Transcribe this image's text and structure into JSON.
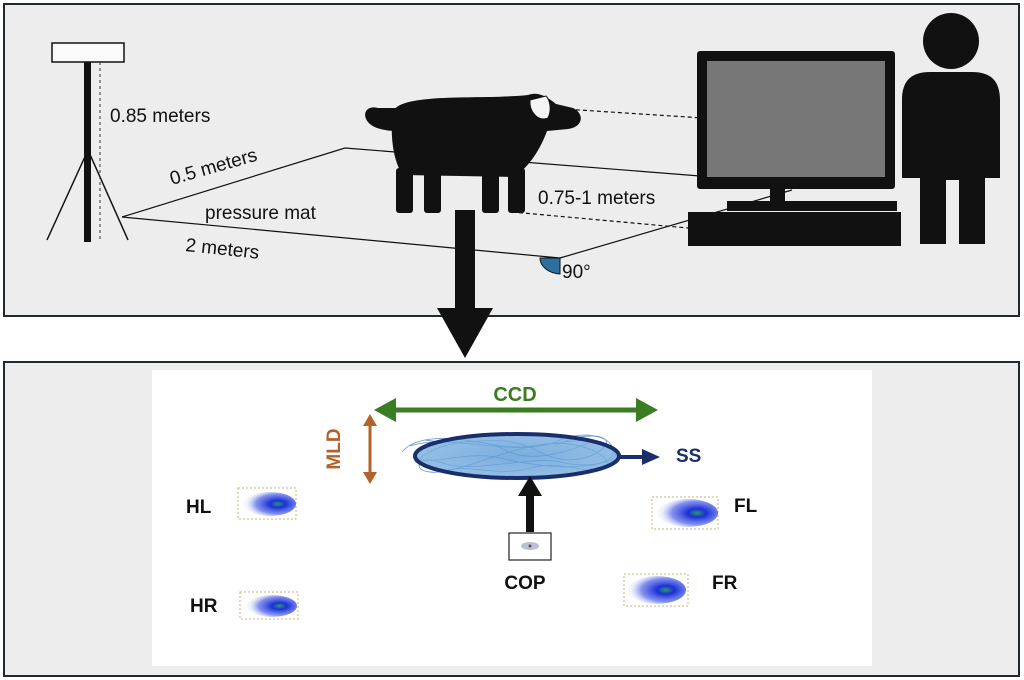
{
  "setup": {
    "camera_height": "0.85 meters",
    "camera_to_mat": "0.5 meters",
    "mat_label": "pressure mat",
    "mat_length": "2 meters",
    "mat_to_screen": "0.75-1 meters",
    "angle": "90°"
  },
  "analysis": {
    "ccd": "CCD",
    "mld": "MLD",
    "ss": "SS",
    "cop": "COP",
    "hl": "HL",
    "hr": "HR",
    "fl": "FL",
    "fr": "FR"
  },
  "colors": {
    "panel_bg": "#ededed",
    "ccd_green": "#3a7d22",
    "mld_orange": "#b5612a",
    "ss_navy": "#1a2e6c",
    "angle_blue": "#2f6fa0"
  }
}
